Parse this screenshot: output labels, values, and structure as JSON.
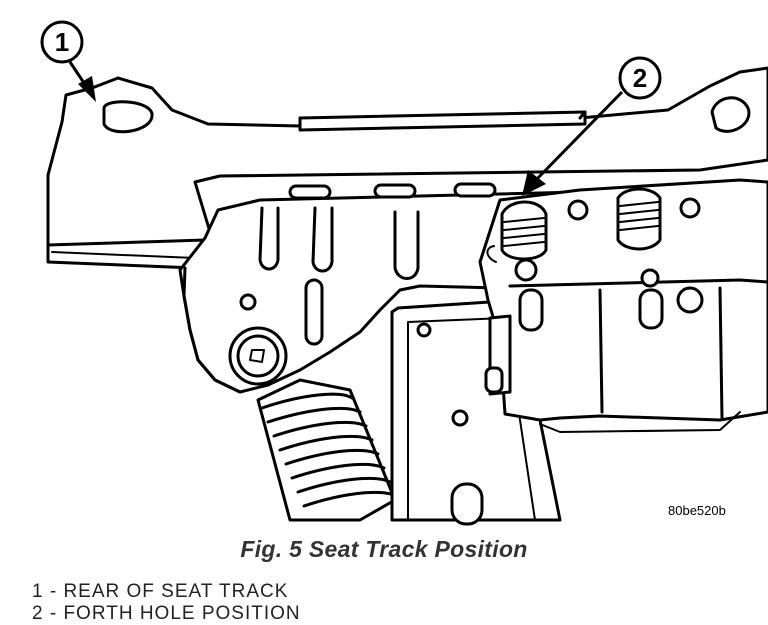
{
  "figure": {
    "code": "80be520b",
    "title": "Fig. 5 Seat Track Position"
  },
  "callouts": [
    {
      "number": "1"
    },
    {
      "number": "2"
    }
  ],
  "legend": [
    {
      "text": "1 - REAR OF SEAT TRACK"
    },
    {
      "text": "2 - FORTH HOLE POSITION"
    }
  ]
}
